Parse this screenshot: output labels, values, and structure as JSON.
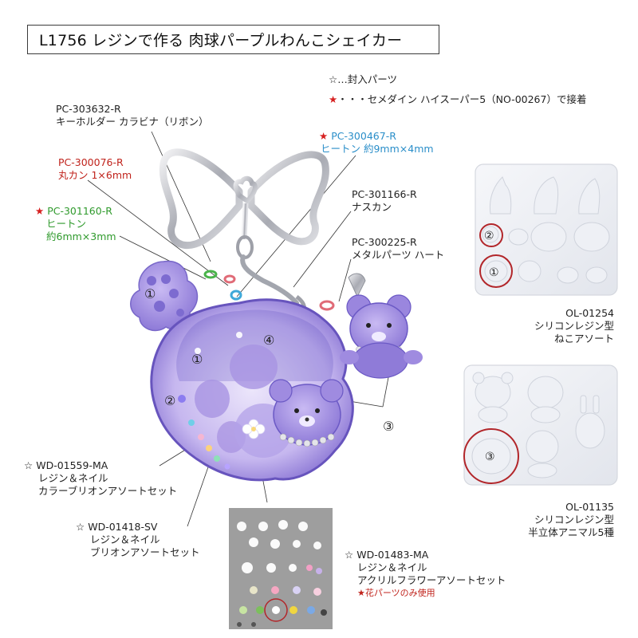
{
  "title": "L1756 レジンで作る 肉球パープルわんこシェイカー",
  "legend": {
    "line1_mark": "☆",
    "line1_text": "…封入パーツ",
    "line2_mark": "★",
    "line2_text": "・・・セメダイン ハイスーパー5（NO-00267）で接着"
  },
  "parts": {
    "carabiner": {
      "code": "PC-303632-R",
      "desc": "キーホルダー カラビナ（リボン）"
    },
    "ring": {
      "code": "PC-300076-R",
      "desc": "丸カン 1×6mm"
    },
    "hiton_small": {
      "mark": "★",
      "code": "PC-301160-R",
      "desc1": "ヒートン",
      "desc2": "約6mm×3mm"
    },
    "hiton_large": {
      "mark": "★",
      "code": "PC-300467-R",
      "desc": "ヒートン 約9mm×4mm"
    },
    "nasukan": {
      "code": "PC-301166-R",
      "desc": "ナスカン"
    },
    "metal_heart": {
      "code": "PC-300225-R",
      "desc": "メタルパーツ ハート"
    },
    "bullion_color": {
      "mark": "☆",
      "code": "WD-01559-MA",
      "desc1": "レジン＆ネイル",
      "desc2": "カラーブリオンアソートセット"
    },
    "bullion": {
      "mark": "☆",
      "code": "WD-01418-SV",
      "desc1": "レジン＆ネイル",
      "desc2": "ブリオンアソートセット"
    },
    "flower": {
      "mark": "☆",
      "code": "WD-01483-MA",
      "desc1": "レジン＆ネイル",
      "desc2": "アクリルフラワーアソートセット",
      "note": "★花パーツのみ使用"
    }
  },
  "molds": {
    "cat": {
      "code": "OL-01254",
      "desc1": "シリコンレジン型",
      "desc2": "ねこアソート"
    },
    "animal": {
      "code": "OL-01135",
      "desc1": "シリコンレジン型",
      "desc2": "半立体アニマル5種"
    }
  },
  "markers": {
    "m1": "①",
    "m2": "②",
    "m3": "③",
    "m4": "④"
  },
  "colors": {
    "purple_main": "#a493e0",
    "purple_dark": "#6a5bc4",
    "callout_red": "#c0231c",
    "text_blue": "#2a8ec9",
    "text_green": "#2f9a2c"
  }
}
